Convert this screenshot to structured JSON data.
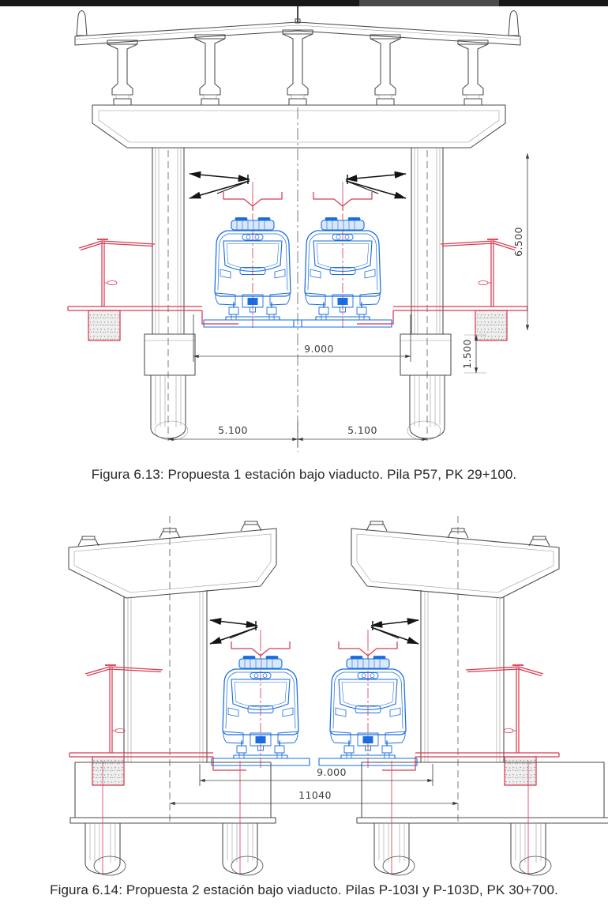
{
  "page": {
    "background": "#ffffff",
    "footer_rule": {
      "color_dark": "#181818",
      "color_light": "#4a4a4a"
    }
  },
  "palette": {
    "drawing_line": "#4b4b4b",
    "train_blue": "#1a6ce0",
    "catenary_black": "#141414",
    "platform_red": "#d83b50",
    "centerline_red": "#e04a60",
    "dimension_gray": "#3c3c3c",
    "caption_text": "#272727"
  },
  "figure1": {
    "caption": "Figura 6.13: Propuesta 1 estación bajo viaducto. Pila P57, PK 29+100.",
    "dimensions": {
      "span_between_footings": "9.000",
      "left_pier_axis_offset": "5.100",
      "right_pier_axis_offset": "5.100",
      "vertical_clearance": "6.500",
      "footing_depth": "1.500"
    }
  },
  "figure2": {
    "caption": "Figura 6.14: Propuesta 2 estación bajo viaducto. Pilas P-103I y P-103D, PK 30+700.",
    "dimensions": {
      "span_between_footings": "9.000",
      "pier_axis_spacing": "11040"
    }
  }
}
